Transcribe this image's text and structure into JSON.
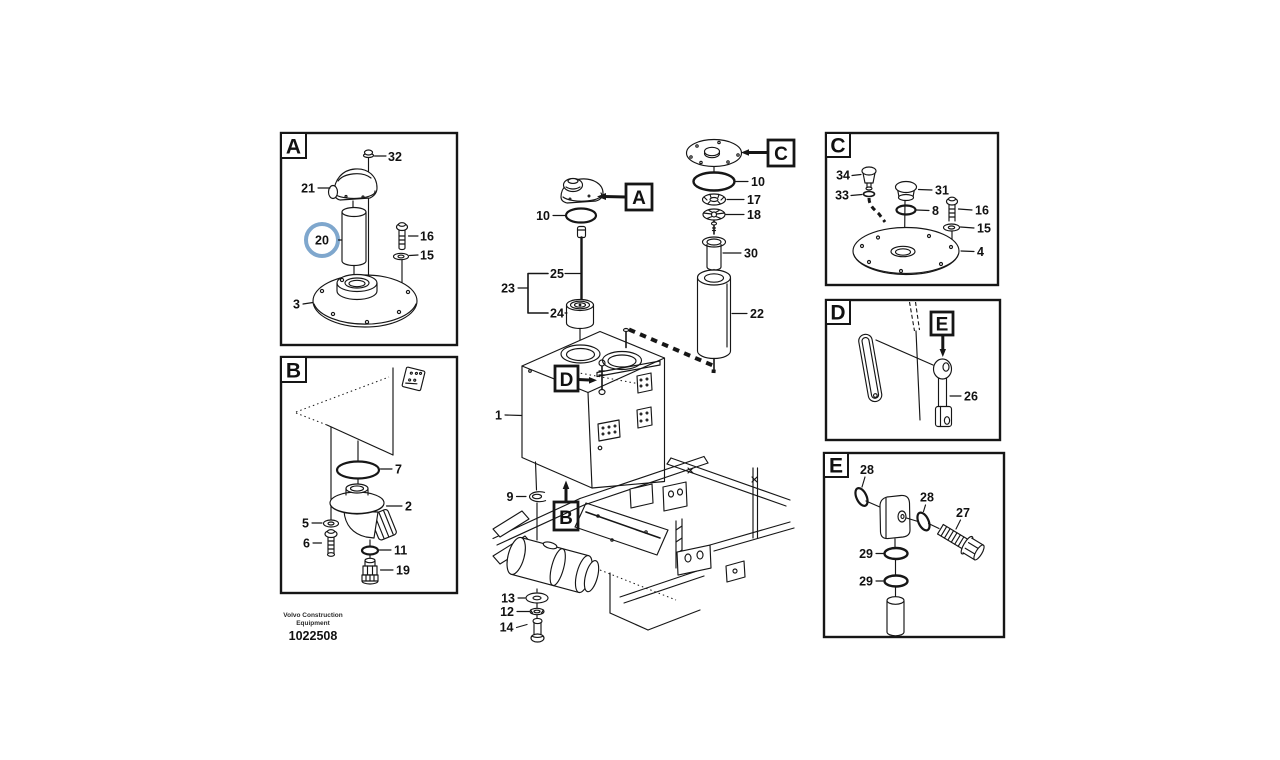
{
  "footer": {
    "brand_line1": "Volvo Construction",
    "brand_line2": "Equipment",
    "figure_number": "1022508"
  },
  "highlight": {
    "color": "#7fa7cd",
    "highlighted_part": "20"
  },
  "panel_a": {
    "letter": "A",
    "p32": "32",
    "p21": "21",
    "p20": "20",
    "p16": "16",
    "p15": "15",
    "p3": "3"
  },
  "panel_b": {
    "letter": "B",
    "p7": "7",
    "p2": "2",
    "p5": "5",
    "p6": "6",
    "p11": "11",
    "p19": "19"
  },
  "panel_c": {
    "letter": "C",
    "p34": "34",
    "p33": "33",
    "p31": "31",
    "p8": "8",
    "p16": "16",
    "p15": "15",
    "p4": "4"
  },
  "panel_d": {
    "letter": "D",
    "ref_e": "E",
    "p26": "26"
  },
  "panel_e": {
    "letter": "E",
    "p28a": "28",
    "p28b": "28",
    "p27": "27",
    "p29a": "29",
    "p29b": "29"
  },
  "main": {
    "ref_a": "A",
    "ref_b": "B",
    "ref_c": "C",
    "ref_d": "D",
    "p10a": "10",
    "p23": "23",
    "p25": "25",
    "p24": "24",
    "p1": "1",
    "p9": "9",
    "p13": "13",
    "p12": "12",
    "p14": "14",
    "p10b": "10",
    "p17": "17",
    "p18": "18",
    "p30": "30",
    "p22": "22"
  }
}
